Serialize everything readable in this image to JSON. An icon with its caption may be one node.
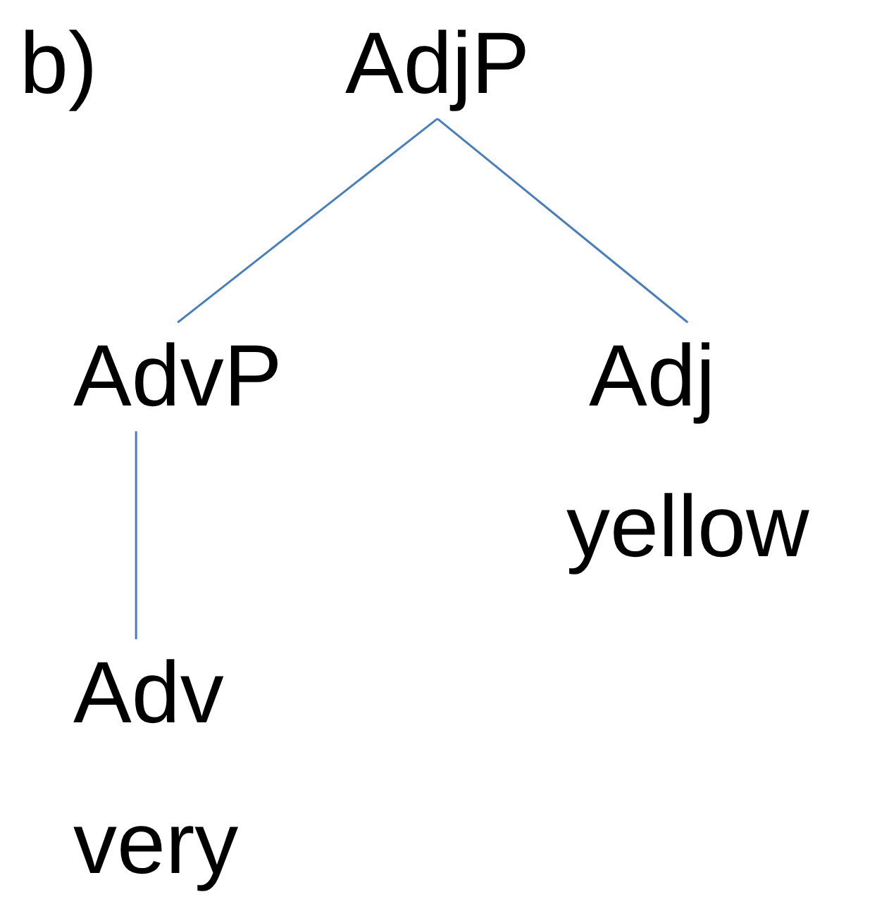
{
  "diagram": {
    "nodes": [
      {
        "text": [
          "AdjP"
        ]
      },
      {
        "text": [
          "AdvP"
        ]
      },
      {
        "text": [
          "Adj",
          "yellow"
        ]
      },
      {
        "text": [
          "Adv",
          "very"
        ]
      }
    ],
    "edges": [
      {
        "from": 0,
        "to": 1,
        "arrow": "none"
      },
      {
        "from": 0,
        "to": 2,
        "arrow": "none"
      },
      {
        "from": 1,
        "to": 3,
        "arrow": "none"
      }
    ],
    "labels": [
      "b)"
    ]
  }
}
